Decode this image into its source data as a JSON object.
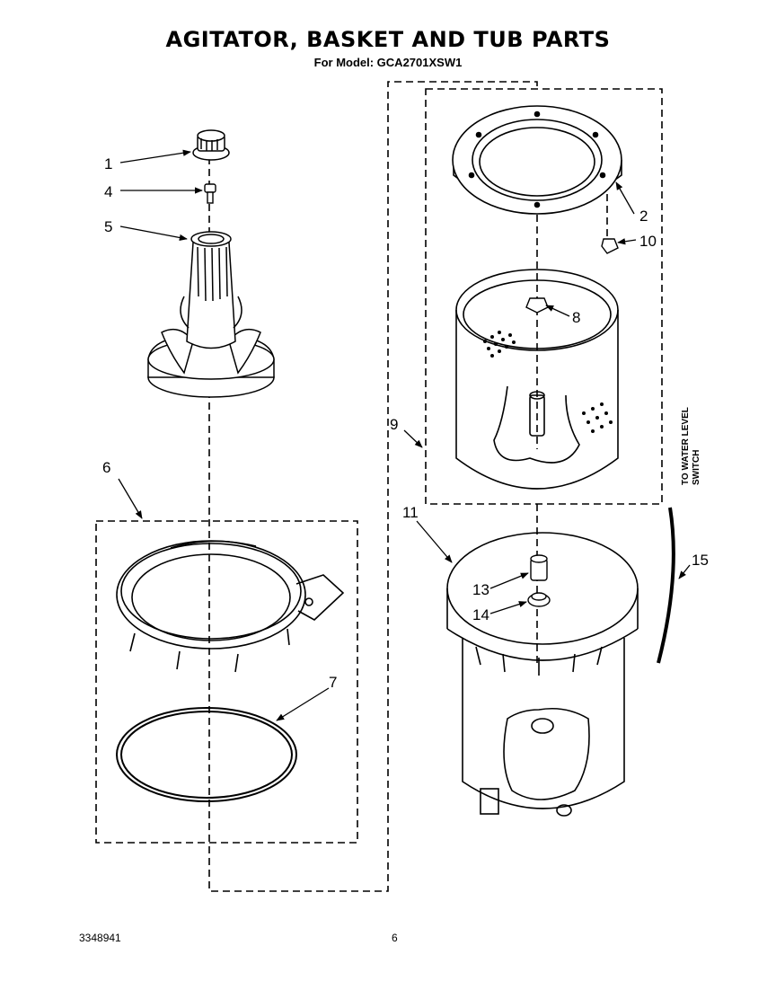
{
  "header": {
    "title": "AGITATOR, BASKET AND TUB PARTS",
    "subtitle": "For Model: GCA2701XSW1"
  },
  "callouts": [
    "1",
    "4",
    "5",
    "6",
    "7",
    "2",
    "10",
    "8",
    "9",
    "11",
    "13",
    "14",
    "15"
  ],
  "side_note": [
    "TO WATER LEVEL",
    "SWITCH"
  ],
  "footer": {
    "code": "3348941",
    "page": "6"
  },
  "parts": [
    {
      "id": "1",
      "icon": "agitator-cap-icon"
    },
    {
      "id": "4",
      "icon": "agitator-bolt-icon"
    },
    {
      "id": "5",
      "icon": "agitator-icon"
    },
    {
      "id": "6",
      "icon": "tub-ring-assembly-icon"
    },
    {
      "id": "7",
      "icon": "tub-ring-seal-icon"
    },
    {
      "id": "2",
      "icon": "basket-drive-hub-ring-icon"
    },
    {
      "id": "10",
      "icon": "clip-icon"
    },
    {
      "id": "8",
      "icon": "spanner-nut-icon"
    },
    {
      "id": "9",
      "icon": "wash-basket-icon"
    },
    {
      "id": "11",
      "icon": "outer-tub-icon"
    },
    {
      "id": "13",
      "icon": "seal-icon"
    },
    {
      "id": "14",
      "icon": "bearing-icon"
    },
    {
      "id": "15",
      "icon": "pressure-hose-icon"
    }
  ]
}
